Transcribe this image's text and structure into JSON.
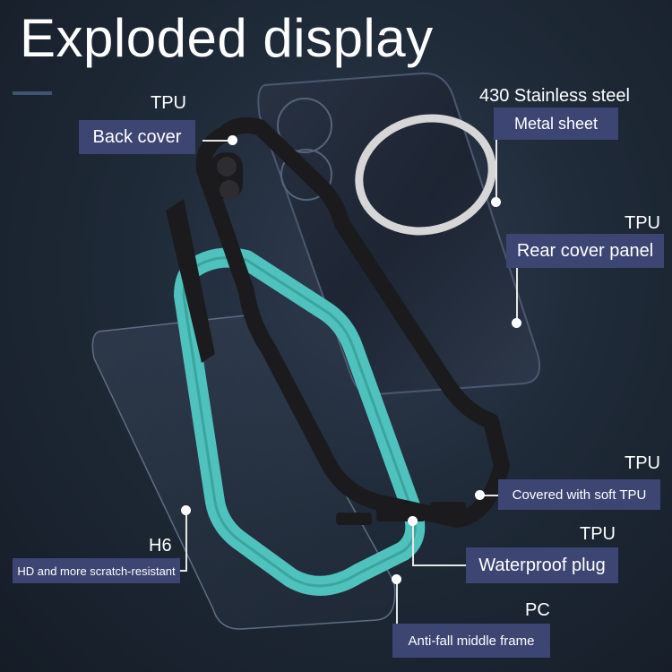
{
  "title": "Exploded display",
  "colors": {
    "background": "#1f2a38",
    "label_box": "#3d4573",
    "frame_accent": "#4fc2bd",
    "black_frame": "#1b1b1e",
    "magnet_ring": "#d6d6d6"
  },
  "components": {
    "back_cover": {
      "material": "TPU",
      "name": "Back cover"
    },
    "metal_sheet": {
      "material": "430 Stainless steel",
      "name": "Metal sheet"
    },
    "rear_panel": {
      "material": "TPU",
      "name": "Rear cover panel"
    },
    "soft_tpu": {
      "material": "TPU",
      "name": "Covered with soft TPU"
    },
    "plug": {
      "material": "TPU",
      "name": "Waterproof plug"
    },
    "screen": {
      "material": "H6",
      "name": "HD and more scratch-resistant"
    },
    "middle_frame": {
      "material": "PC",
      "name": "Anti-fall middle frame"
    }
  }
}
